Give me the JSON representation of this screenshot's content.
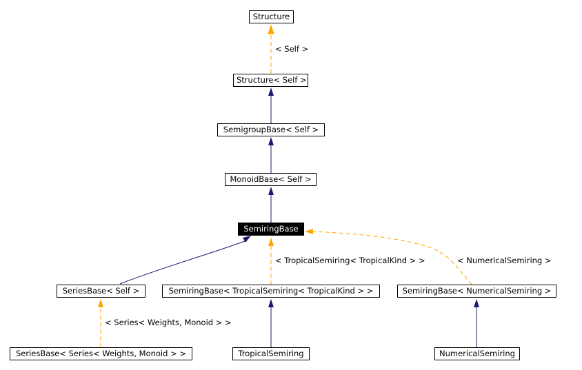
{
  "nodes": {
    "structure": "Structure",
    "structure_self": "Structure< Self >",
    "semigroup_self": "SemigroupBase< Self >",
    "monoid_self": "MonoidBase< Self >",
    "semiring_base": "SemiringBase",
    "series_self": "SeriesBase< Self >",
    "semiring_tropical": "SemiringBase< TropicalSemiring< TropicalKind > >",
    "semiring_numerical": "SemiringBase< NumericalSemiring >",
    "series_series": "SeriesBase< Series< Weights, Monoid > >",
    "tropical_semiring": "TropicalSemiring",
    "numerical_semiring": "NumericalSemiring"
  },
  "edge_labels": {
    "self": "< Self >",
    "tropical": "< TropicalSemiring< TropicalKind > >",
    "numerical": "< NumericalSemiring >",
    "series": "< Series< Weights, Monoid > >"
  },
  "colors": {
    "inheritance": "#191970",
    "template_instance": "#ffa500",
    "highlight_bg": "#000000"
  }
}
